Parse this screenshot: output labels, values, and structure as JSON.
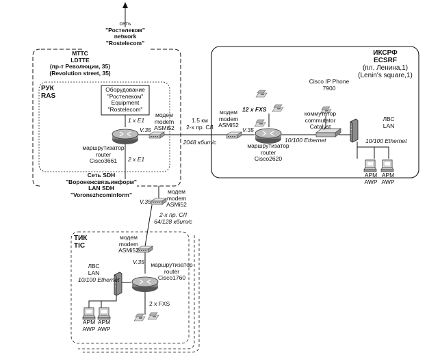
{
  "internet": {
    "l1": "сеть",
    "l2": "\"Ростелеком\"",
    "l3": "network",
    "l4": "\"Rostelecom\""
  },
  "mttc": {
    "l1": "МТТС",
    "l2": "LDTTE",
    "l3": "(пр-т Революции, 35)",
    "l4": "(Revolution street, 35)"
  },
  "ruk": {
    "l1": "РУК",
    "l2": "RAS"
  },
  "equipment": {
    "l1": "Оборудование",
    "l2": "\"Ростелеком\"",
    "l3": "Equipment",
    "l4": "\"Rostelecom\""
  },
  "link_e1": "1 x E1",
  "link_2e1": "2 x E1",
  "router_ras": {
    "l1": "маршрутизатор",
    "l2": "router",
    "l3": "Cisco3661"
  },
  "modem_ras": {
    "l1": "модем",
    "l2": "modem",
    "l3": "ASMi52"
  },
  "v35_ras": "V.35",
  "sdh": {
    "l1": "Сеть SDH",
    "l2": "\"Воронежсвязьинформ\"",
    "l3": "LAN SDH",
    "l4": "\"Voronezhcominform\""
  },
  "link_ecsrf": {
    "l1": "1.5 км",
    "l2": "2-х пр. СЛ",
    "l3": "2048 кбит/с"
  },
  "icsrf": {
    "l1": "ИКСРФ",
    "l2": "ECSRF",
    "l3": "(пл. Ленина,1)",
    "l4": "(Lenin's square,1)"
  },
  "modem_ecsrf": {
    "l1": "модем",
    "l2": "modem",
    "l3": "ASMi52"
  },
  "v35_ecsrf": "V.35",
  "fxs12": "12 x FXS",
  "router_ecsrf": {
    "l1": "маршрутизатор",
    "l2": "router",
    "l3": "Cisco2620"
  },
  "ip_phone": {
    "l1": "Cisco IP Phone",
    "l2": "7900"
  },
  "switch": {
    "l1": "коммутатор",
    "l2": "commutator",
    "l3": "Catalyst"
  },
  "eth_ecsrf_switch": "10/100 Ethernet",
  "lan_ecsrf": {
    "l1": "ЛВС",
    "l2": "LAN"
  },
  "eth_ecsrf_lan": "10/100 Ethernet",
  "awp_ecsrf_1": {
    "l1": "АРМ",
    "l2": "AWP"
  },
  "awp_ecsrf_2": {
    "l1": "АРМ",
    "l2": "AWP"
  },
  "modem_sdh": {
    "l1": "модем",
    "l2": "modem",
    "l3": "ASMi52"
  },
  "v35_sdh": "V.35",
  "link_tic": {
    "l1": "2-х пр. СЛ",
    "l2": "64/128 кбит/с"
  },
  "tic": {
    "l1": "ТИК",
    "l2": "TIC"
  },
  "modem_tic": {
    "l1": "модем",
    "l2": "modem",
    "l3": "ASMi52"
  },
  "v35_tic": "V.35",
  "router_tic": {
    "l1": "маршрутизатор",
    "l2": "router",
    "l3": "Cisco1760"
  },
  "lan_tic": {
    "l1": "ЛВС",
    "l2": "LAN"
  },
  "eth_tic": "10/100 Ethernet",
  "fxs2": "2 x FXS",
  "awp_tic_1": {
    "l1": "АРМ",
    "l2": "AWP"
  },
  "awp_tic_2": {
    "l1": "АРМ",
    "l2": "AWP"
  },
  "colors": {
    "line": "#111111",
    "device": "#9a9a9a",
    "device_light": "#d4d4d4"
  }
}
